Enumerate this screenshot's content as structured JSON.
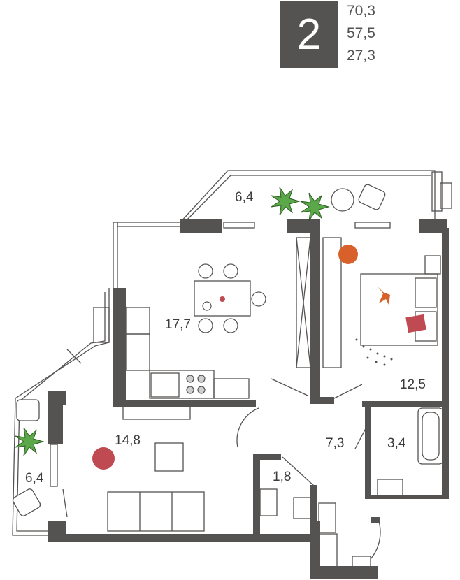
{
  "header": {
    "room_count": "2",
    "areas": [
      "70,3",
      "57,5",
      "27,3"
    ]
  },
  "rooms": {
    "balcony_top": "6,4",
    "kitchen_living": "17,7",
    "bedroom": "12,5",
    "living": "14,8",
    "hall": "7,3",
    "toilet": "1,8",
    "bathroom": "3,4",
    "balcony_left": "6,4"
  },
  "colors": {
    "wall": "#555352",
    "accent_orange": "#d8602a",
    "accent_red": "#c04a52",
    "plant_green": "#5aa84a"
  },
  "icons": [
    "plant-icon",
    "armchair-icon",
    "bed-icon",
    "bathtub-icon",
    "sink-icon",
    "toilet-icon",
    "stove-icon",
    "ac-icon"
  ]
}
